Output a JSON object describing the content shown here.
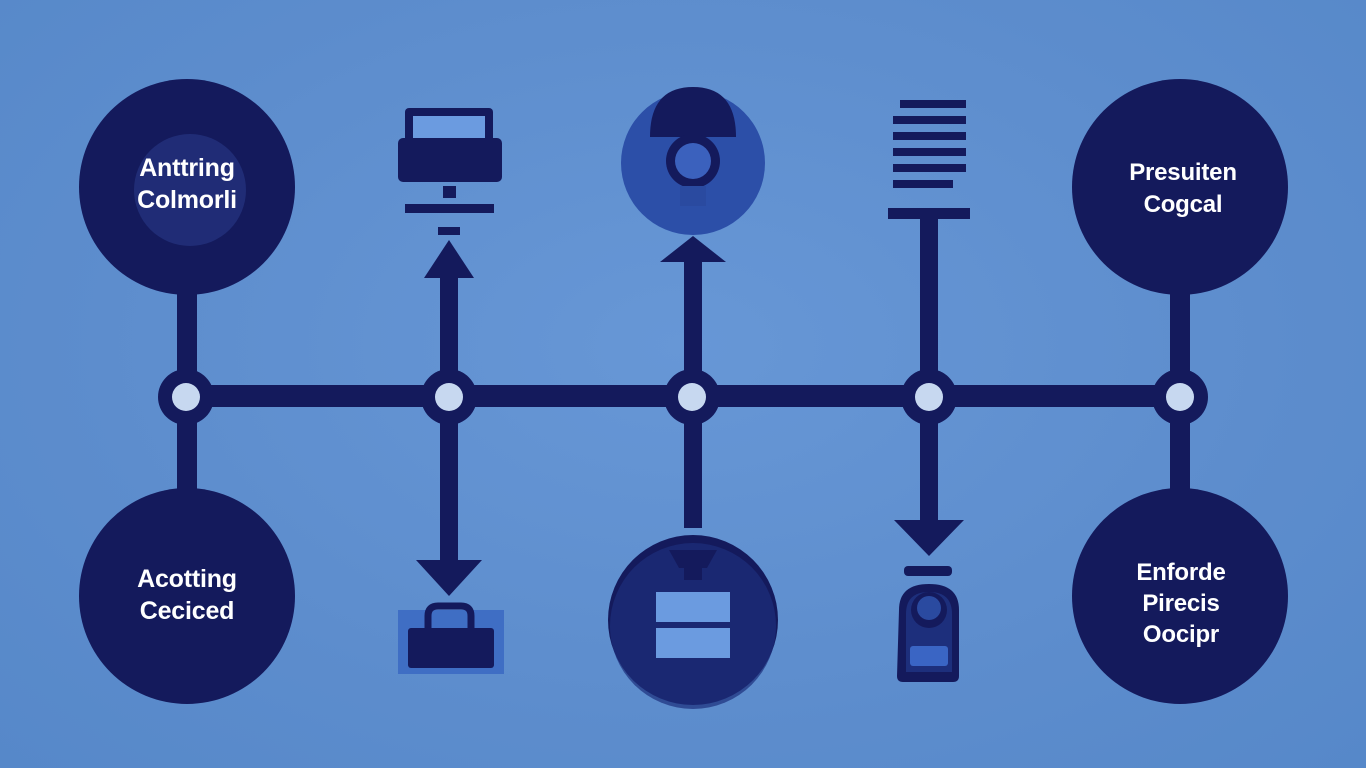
{
  "colors": {
    "background": "#5f8fcf",
    "navy": "#141a5c",
    "node_fill": "#c7d8f0",
    "accent_light": "#6b9be0",
    "accent_mid": "#3a5fb8"
  },
  "nodes": {
    "top_left": {
      "lines": [
        "Anttring",
        "Colmorli"
      ]
    },
    "top_right": {
      "lines": [
        "Presuiten",
        "Cogcal"
      ]
    },
    "bottom_left": {
      "lines": [
        "Acotting",
        "Ceciced"
      ]
    },
    "bottom_right": {
      "lines": [
        "Enforde",
        "Pirecis",
        "Oocipr"
      ]
    }
  },
  "icons": {
    "top": [
      "printer-icon",
      "webcam-icon",
      "list-icon"
    ],
    "bottom": [
      "briefcase-icon",
      "server-icon",
      "camera-device-icon"
    ]
  }
}
